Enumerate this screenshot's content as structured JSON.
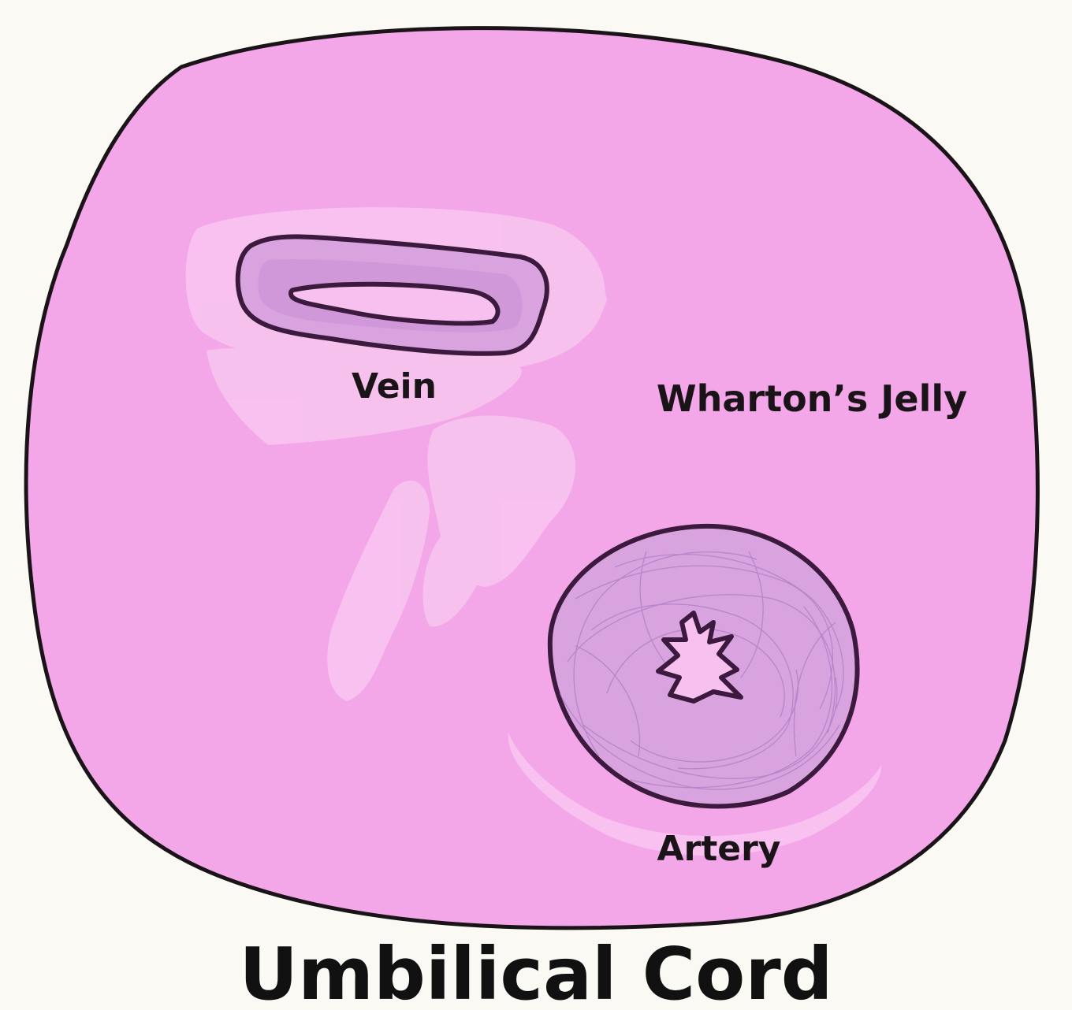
{
  "diagram": {
    "labels": {
      "vein": "Vein",
      "whartons_jelly": "Wharton’s Jelly",
      "artery": "Artery"
    },
    "title": "Umbilical Cord"
  },
  "colors": {
    "background": "#fbf9f4",
    "cord_fill": "#f3a6e8",
    "cord_outline": "#1a1418",
    "pale_connective": "#f8c6f0",
    "vessel_wall": "#d9a3e0",
    "vessel_outline": "#3b1a3d",
    "vessel_lumen": "#f7c0ef",
    "artery_fibers": "#9b6fb5"
  }
}
